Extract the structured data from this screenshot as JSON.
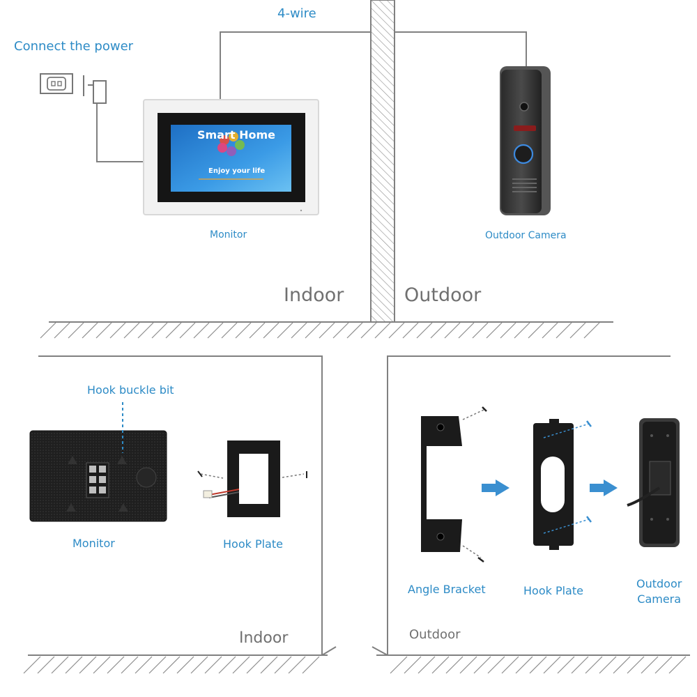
{
  "top_section": {
    "wire_label": "4-wire",
    "power_label": "Connect the power",
    "monitor_label": "Monitor",
    "outdoor_camera_label": "Outdoor Camera",
    "indoor_label": "Indoor",
    "outdoor_label": "Outdoor",
    "monitor_screen": {
      "title": "Smart Home",
      "subtitle": "Enjoy your life"
    }
  },
  "bottom_left": {
    "hook_buckle_label": "Hook buckle bit",
    "monitor_label": "Monitor",
    "hook_plate_label": "Hook Plate",
    "indoor_label": "Indoor"
  },
  "bottom_right": {
    "angle_bracket_label": "Angle Bracket",
    "hook_plate_label": "Hook Plate",
    "outdoor_camera_label_line1": "Outdoor",
    "outdoor_camera_label_line2": "Camera",
    "outdoor_label": "Outdoor"
  },
  "colors": {
    "label_blue": "#2d8bc6",
    "arrow_blue": "#3a8fd0",
    "wire_grey": "#808080",
    "text_grey": "#707070",
    "screen_blue": "#2f86d6"
  }
}
